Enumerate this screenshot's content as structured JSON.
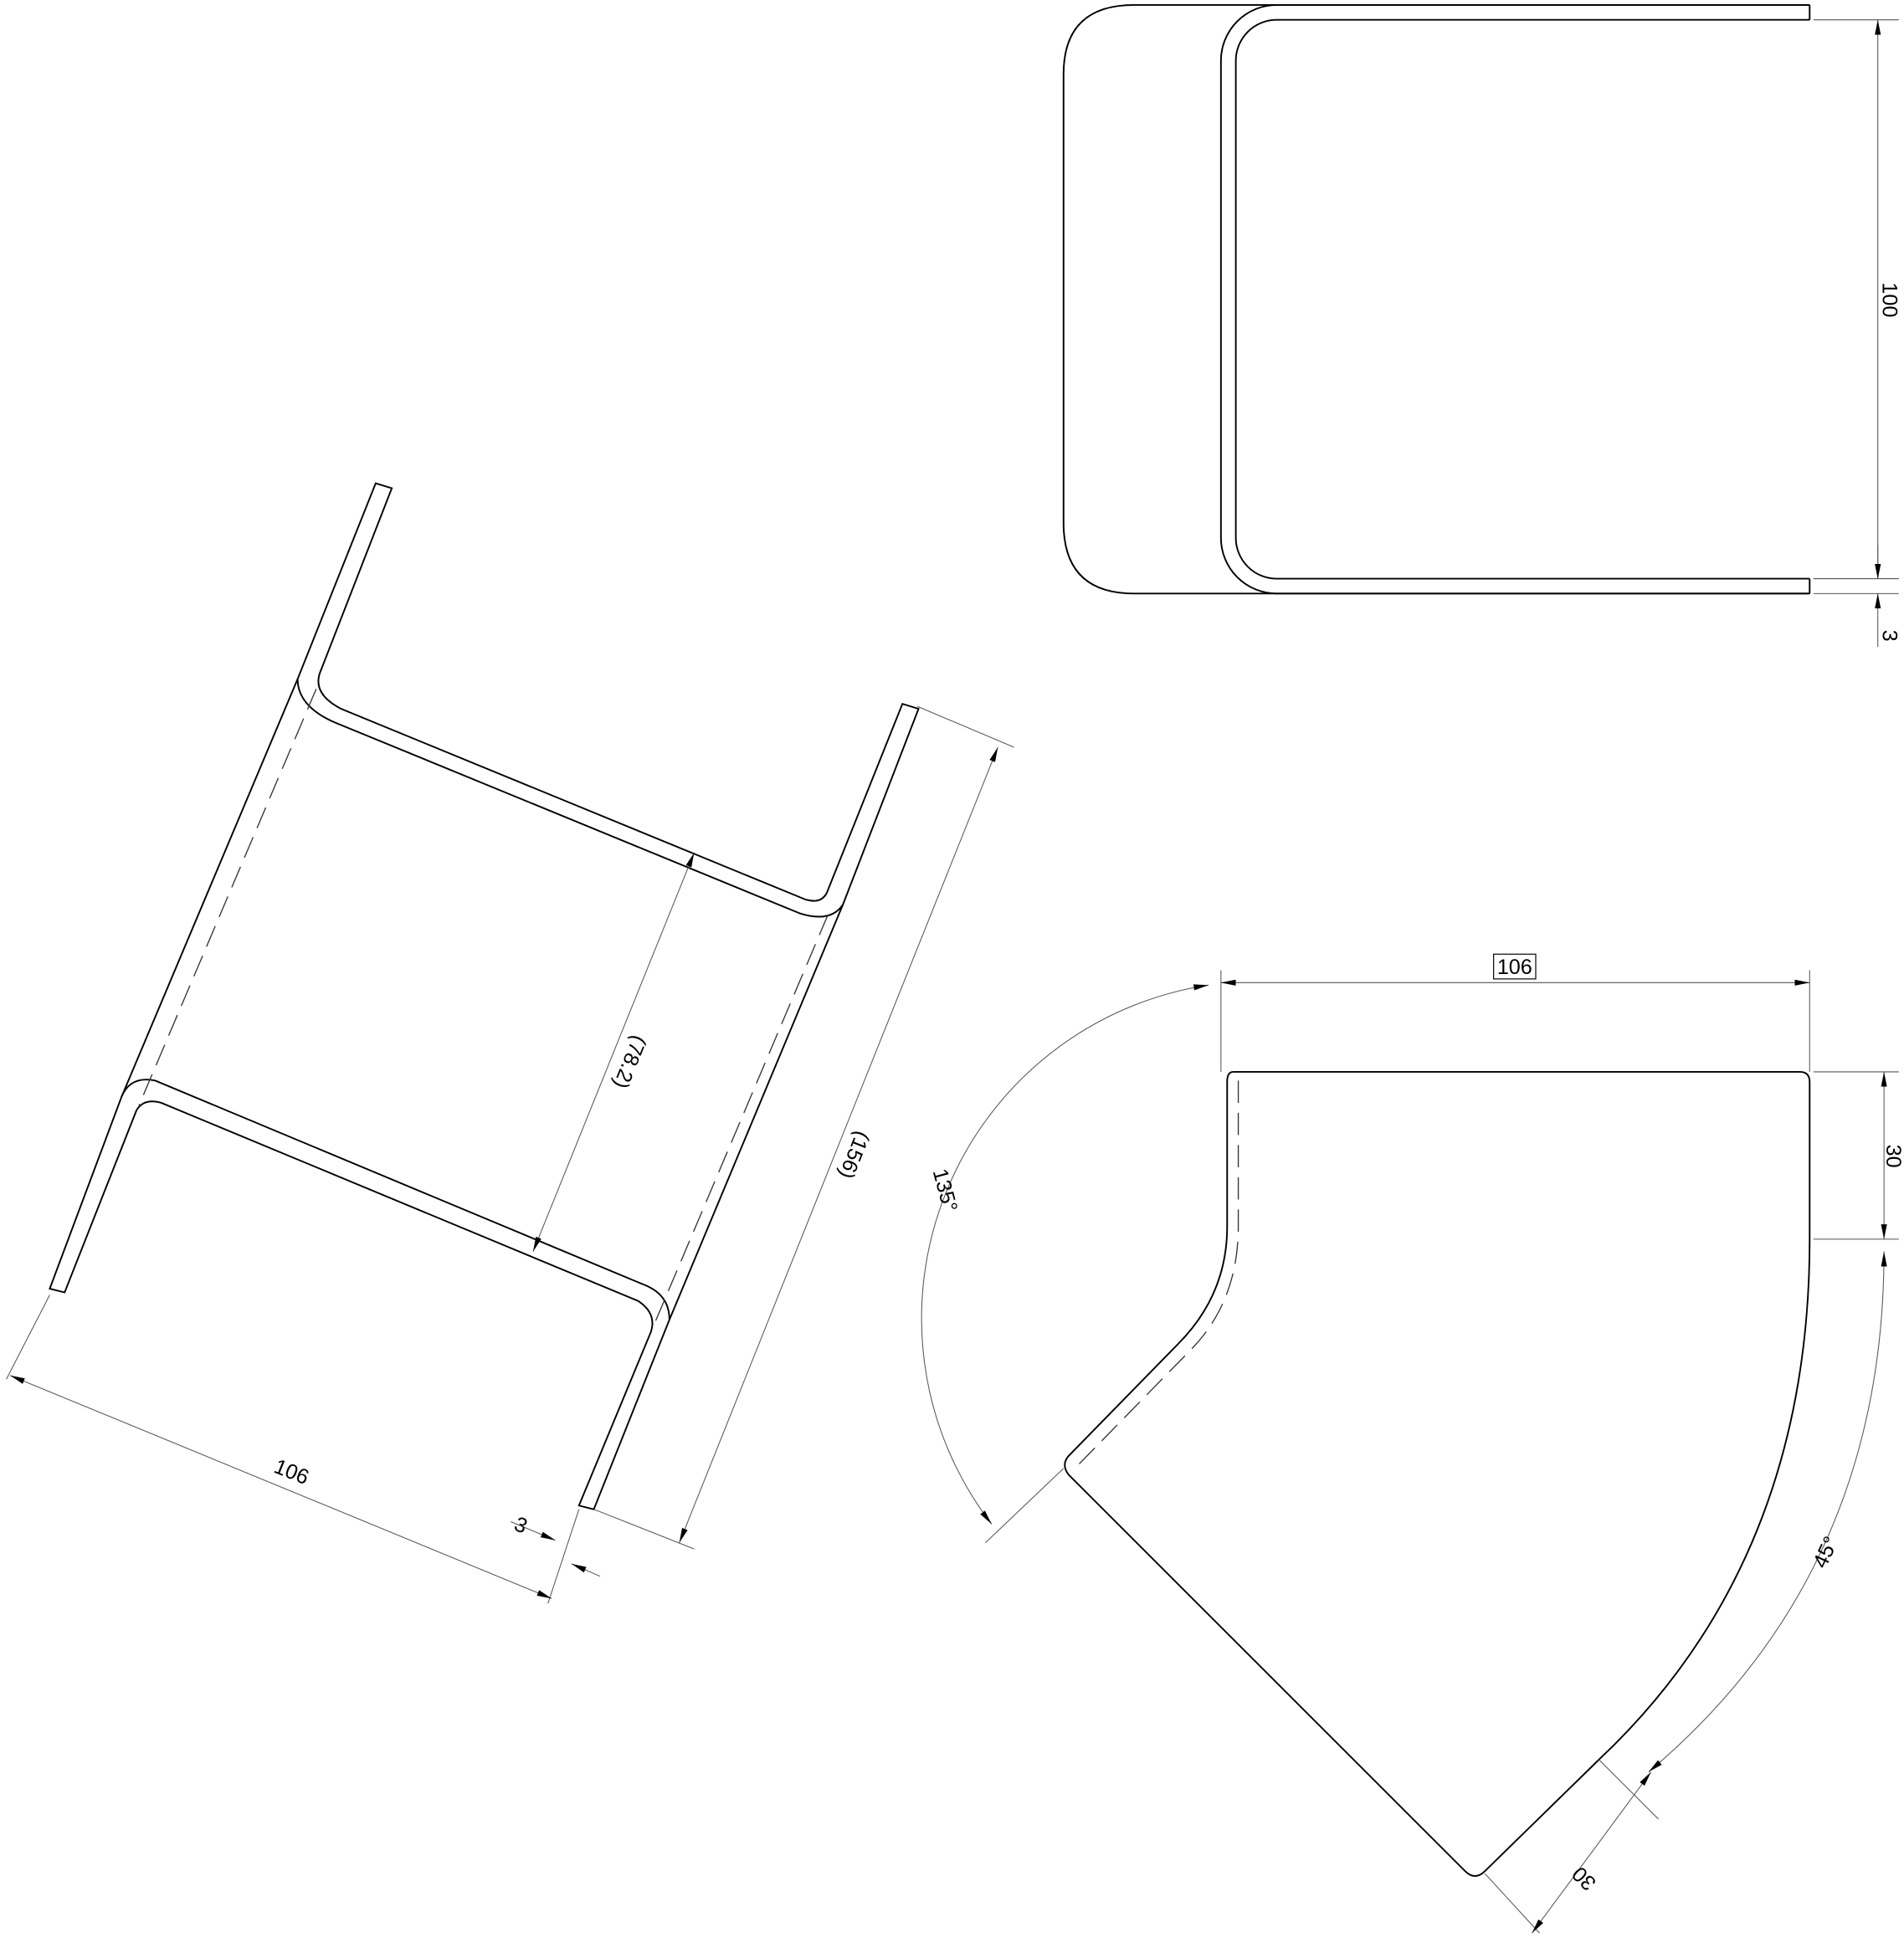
{
  "top_view": {
    "height_dim": "100",
    "thickness_dim": "3"
  },
  "side_view": {
    "inner_dim": "(78.2)",
    "overall_dim": "(156)",
    "width_dim": "106",
    "thickness_dim": "3"
  },
  "plan_view": {
    "width_dim": "106",
    "flange_dim": "30",
    "angle_outer": "135°",
    "angle_inner": "45°",
    "flange_dim_2": "30"
  }
}
